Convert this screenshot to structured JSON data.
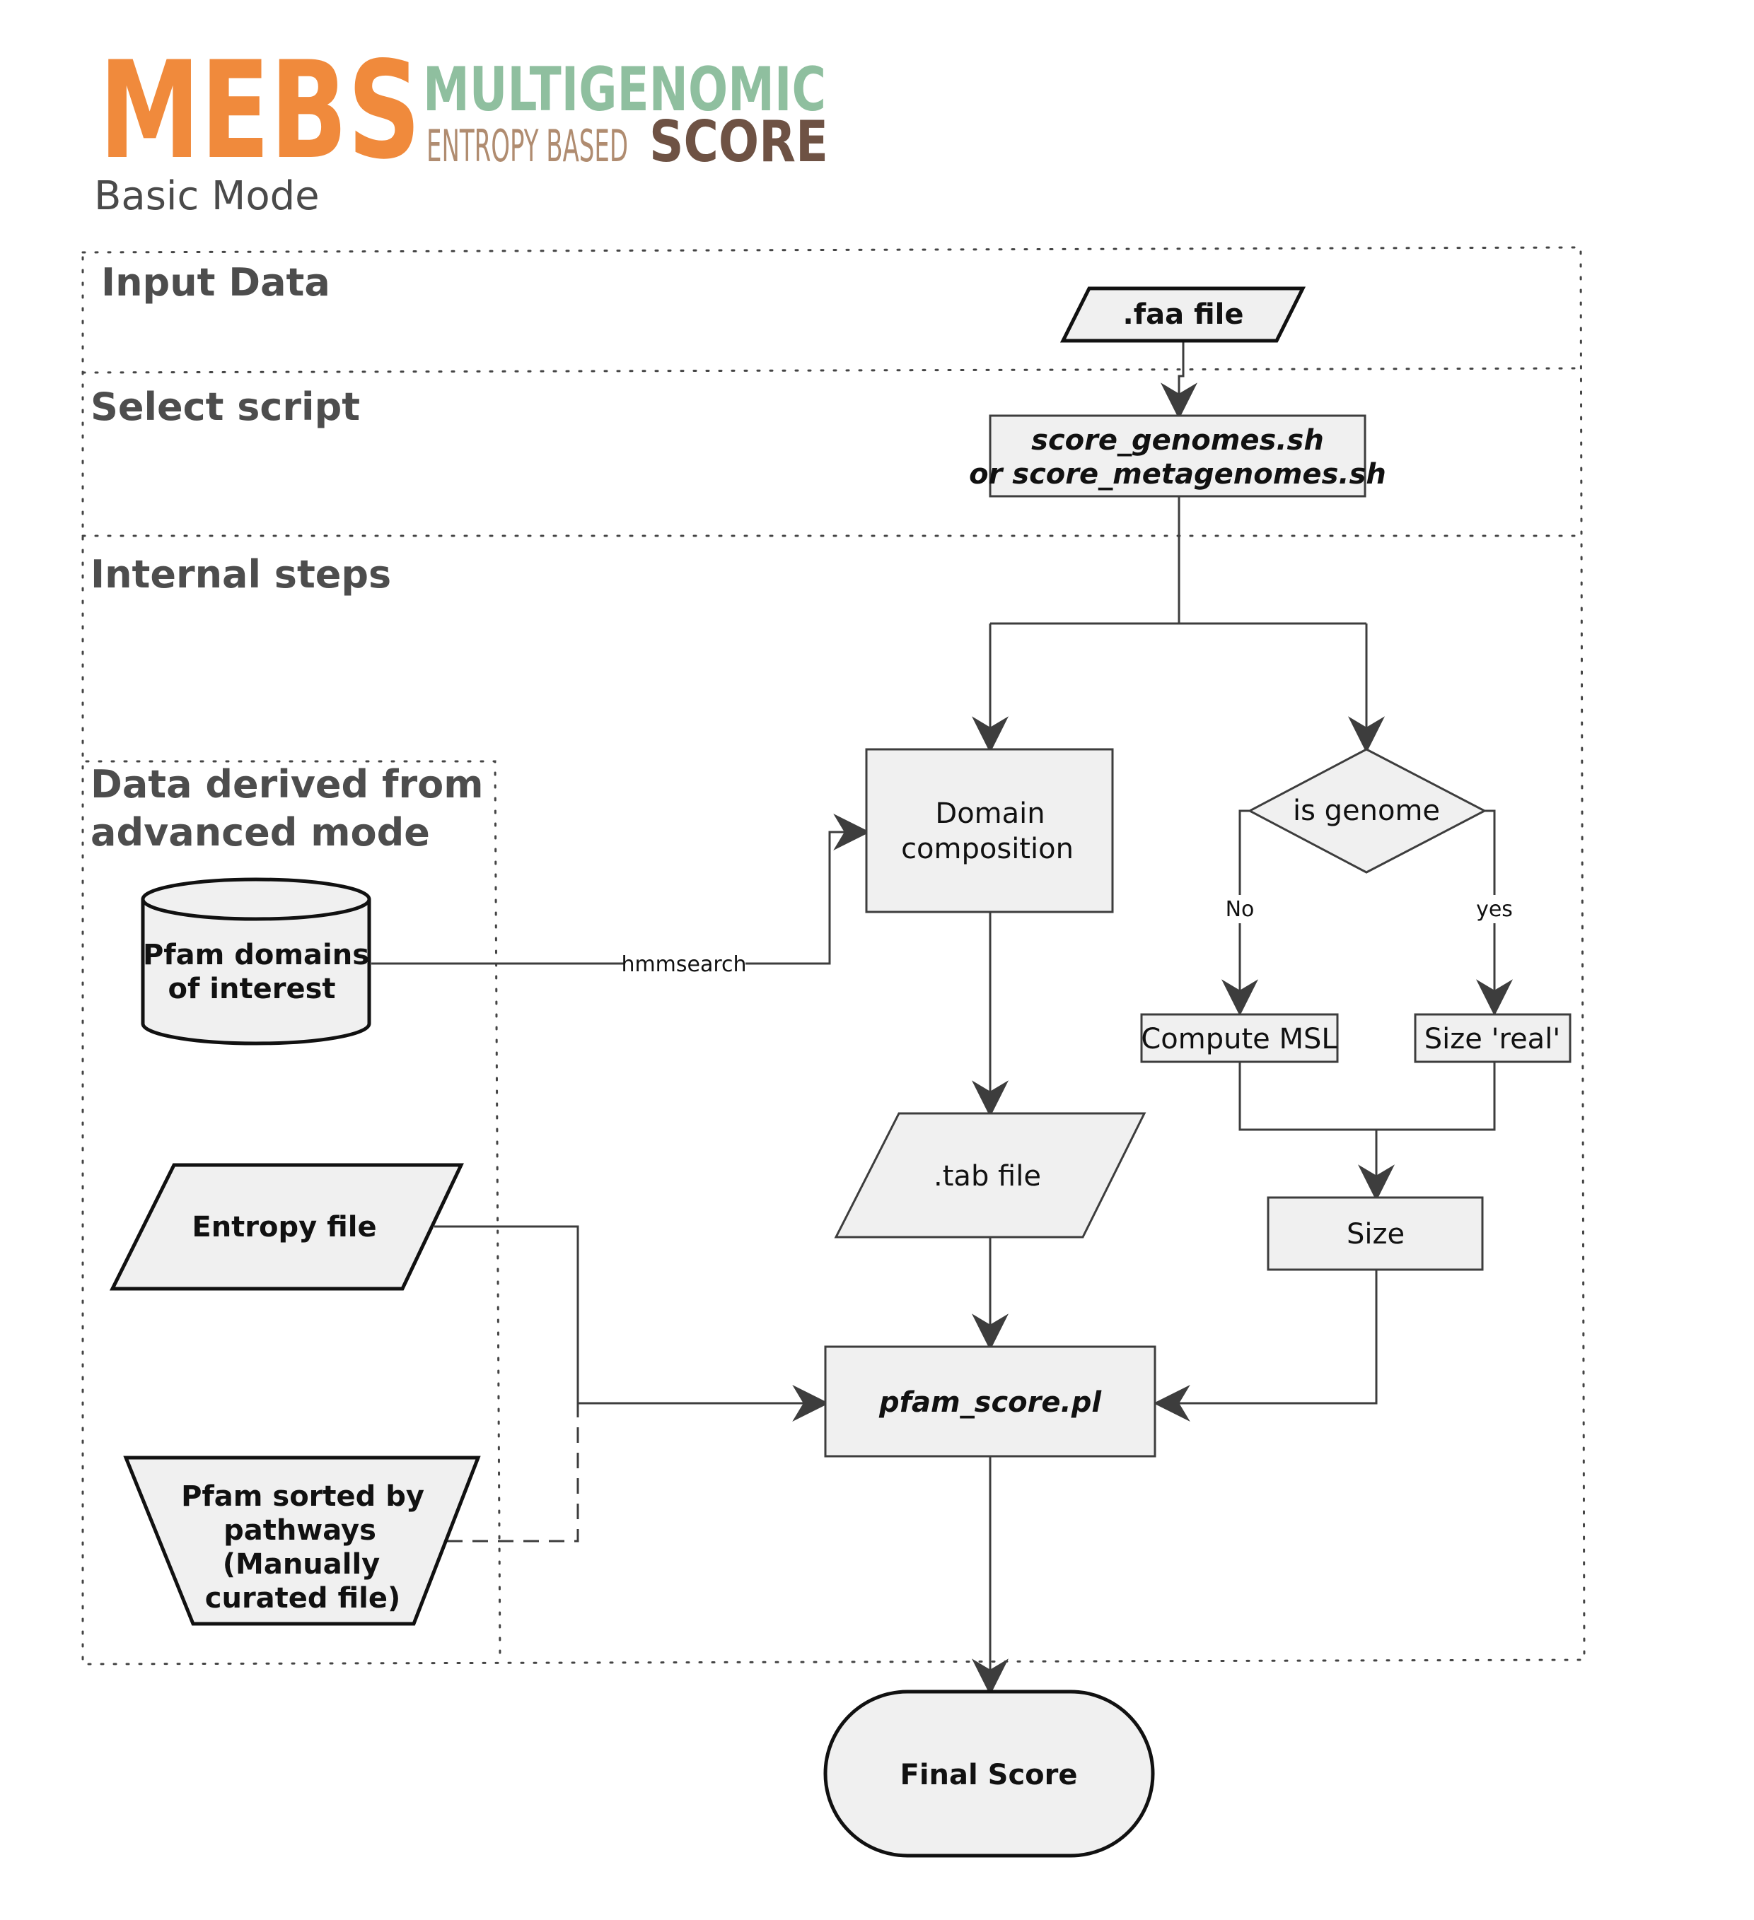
{
  "header": {
    "logo_main": "MEBS",
    "logo_line1": "MULTIGENOMIC",
    "logo_line2_a": "ENTROPY BASED",
    "logo_line2_b": "SCORE",
    "mode": "Basic Mode"
  },
  "zones": {
    "input": "Input Data",
    "select": "Select script",
    "internal": "Internal steps",
    "derived_line1": "Data derived from",
    "derived_line2": "advanced mode"
  },
  "nodes": {
    "faa": ".faa file",
    "script_line1": "score_genomes.sh",
    "script_line2": "or score_metagenomes.sh",
    "domain_line1": "Domain",
    "domain_line2": "composition",
    "is_genome": "is genome",
    "compute_msl": "Compute MSL",
    "size_real": "Size 'real'",
    "size": "Size",
    "tab": ".tab file",
    "pfam_score": "pfam_score.pl",
    "pfam_db_line1": "Pfam domains",
    "pfam_db_line2": "of interest",
    "entropy": "Entropy file",
    "pathways_line1": "Pfam sorted by",
    "pathways_line2": "pathways",
    "pathways_line3": "(Manually",
    "pathways_line4": "curated file)",
    "final": "Final Score"
  },
  "edge_labels": {
    "hmmsearch": "hmmsearch",
    "no": "No",
    "yes": "yes"
  }
}
